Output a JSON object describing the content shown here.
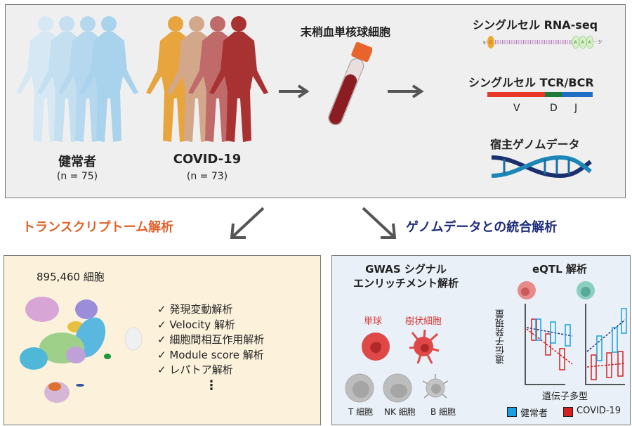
{
  "top": {
    "healthy_label": "健常者",
    "healthy_n": "(n = 75)",
    "covid_label": "COVID-19",
    "covid_n": "(n = 73)",
    "pbmc_label": "末梢血単核球細胞",
    "rnaseq_label": "シングルセル RNA-seq",
    "rna_five": "5'",
    "rna_cap": "G",
    "rna_polya": [
      "A",
      "A",
      "A"
    ],
    "rna_three": "···3'",
    "tcr_label": "シングルセル TCR/BCR",
    "vdj": [
      "V",
      "D",
      "J"
    ],
    "genome_label": "宿主ゲノムデータ"
  },
  "colors": {
    "healthy_blue": "#a9d3ec",
    "covid_orange": "#e8a53d",
    "covid_red": "#a83232",
    "tube_red": "#8a1c22",
    "v_segment": "#e8382c",
    "d_segment": "#1d7a3a",
    "j_segment": "#1e6fc4",
    "transcriptome_heading": "#e0622a",
    "genome_heading": "#1f2d7a",
    "healthy_legend": "#1aa0e0",
    "covid_legend": "#d42020"
  },
  "branches": {
    "left_heading": "トランスクリプトーム解析",
    "right_heading": "ゲノムデータとの統合解析"
  },
  "transcriptome": {
    "cell_count": "895,460 細胞",
    "analyses": [
      "✓ 発現変動解析",
      "✓ Velocity 解析",
      "✓ 細胞間相互作用解析",
      "✓ Module score 解析",
      "✓ レパトア解析"
    ],
    "more": "⋮"
  },
  "genome": {
    "gwas_title_1": "GWAS シグナル",
    "gwas_title_2": "エンリッチメント解析",
    "enriched_cells": [
      "単球",
      "樹状細胞"
    ],
    "other_cells": [
      "T 細胞",
      "NK 細胞",
      "B 細胞"
    ],
    "eqtl_title": "eQTL 解析",
    "y_axis": "遺伝子発現量",
    "x_axis": "遺伝子多型",
    "legend": [
      "健常者",
      "COVID-19"
    ]
  }
}
